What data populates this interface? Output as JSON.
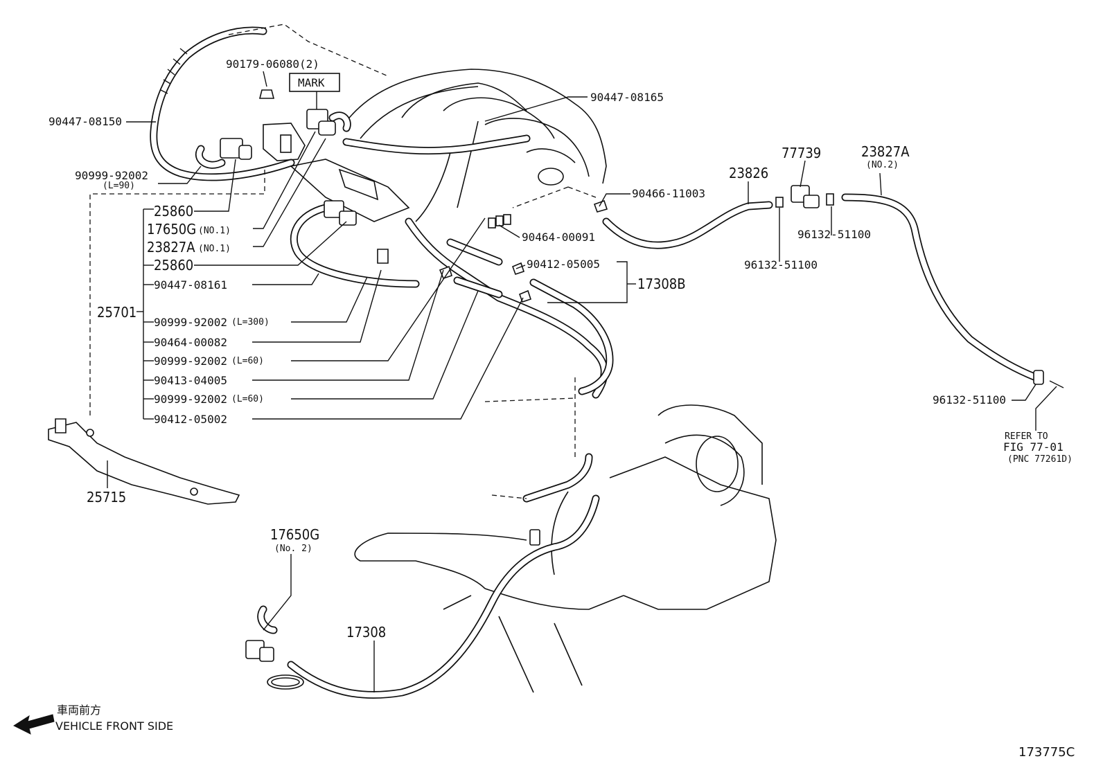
{
  "labels": {
    "p90179": "90179-06080(2)",
    "mark": "MARK",
    "p90447_08165": "90447-08165",
    "p90447_08150": "90447-08150",
    "p90999_92002": "90999-92002",
    "p90999_l90": "(L=90)",
    "p25860a": "25860",
    "p17650g_no1": "17650G",
    "p17650g_no1_sub": "(NO.1)",
    "p23827a_no1": "23827A",
    "p23827a_no1_sub": "(NO.1)",
    "p25860b": "25860",
    "p90447_08161": "90447-08161",
    "p25701": "25701",
    "p90999_l300": "90999-92002",
    "p90999_l300_sub": "(L=300)",
    "p90464_00082": "90464-00082",
    "p90999_l60a": "90999-92002",
    "p90999_l60a_sub": "(L=60)",
    "p90413_04005": "90413-04005",
    "p90999_l60b": "90999-92002",
    "p90999_l60b_sub": "(L=60)",
    "p90412_05002": "90412-05002",
    "p90466_11003": "90466-11003",
    "p90464_00091": "90464-00091",
    "p90412_05005": "90412-05005",
    "p17308b": "17308B",
    "p23826": "23826",
    "p77739": "77739",
    "p23827a_no2": "23827A",
    "p23827a_no2_sub": "(NO.2)",
    "p96132_a": "96132-51100",
    "p96132_b": "96132-51100",
    "p96132_c": "96132-51100",
    "refer1": "REFER TO",
    "refer2": "FIG 77-01",
    "refer3": "(PNC 77261D)",
    "p25715": "25715",
    "p17650g_no2": "17650G",
    "p17650g_no2_sub": "(No. 2)",
    "p17308": "17308",
    "front_jp": "車両前方",
    "front_en": "VEHICLE FRONT SIDE",
    "figure_id": "173775C"
  }
}
